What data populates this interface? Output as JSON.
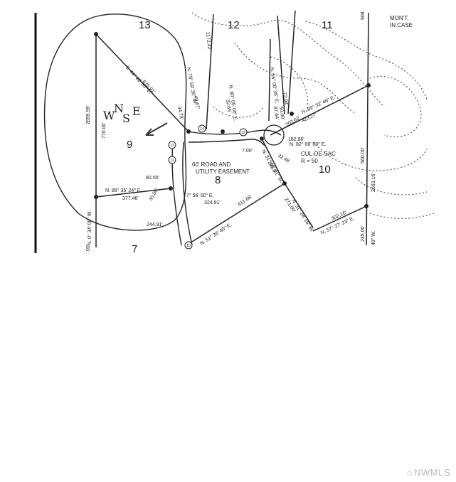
{
  "map": {
    "lots": [
      "13",
      "12",
      "11",
      "9",
      "8",
      "10",
      "7"
    ],
    "road_label": [
      "60' ROAD AND",
      "UTILITY EASEMENT"
    ],
    "cul_de_sac": [
      "CUL-DE-SAC",
      "R = 50"
    ],
    "monument_note": [
      "MON'T.",
      "IN CASE"
    ],
    "handwritten_compass": [
      "W",
      "N",
      "S",
      "E"
    ],
    "curve_ids": [
      "13",
      "14",
      "11",
      "12",
      "10"
    ],
    "bearings": {
      "b1": "S. 44° 28' 00\" E.",
      "b2": "N. 78° 59' 35\" W.",
      "b3": "N. 80° 05' 00\" E.",
      "b4": "N. 56° 08' 35\" E.",
      "b5": "N. 85° 35' 24\" E.",
      "b6": "N. 51° 36' 40\" E.",
      "b7": "N. 31° 05' 01\" W.",
      "b8": "N. 31° 28' 18\" W.",
      "b9": "N. 57° 27' 23\" E.",
      "b10": "N. 0° 34' 08\" W.",
      "b11": "N. 82° 06' 00\" E.",
      "b12": "7° 56' 00\" E.",
      "b13": "N. 89° 32' 46\" E.",
      "b14": "49\" W."
    },
    "distances": {
      "d1": "2659.99'",
      "d2": "770.00'",
      "d3": "675.91'",
      "d4": "34.78'",
      "d5": "49.67'",
      "d6": "1172.42'",
      "d7": "32.65'",
      "d8": "80.00'",
      "d9": "377.46'",
      "d10": "30.00'",
      "d11": "324.91'",
      "d12": "244.91'",
      "d13": "611.68'",
      "d14": "7.00'",
      "d15": "182.86'",
      "d16": "423.27'",
      "d17": "202.62'",
      "d18": "271.00'",
      "d19": "302.16'",
      "d20": "560.00'",
      "d21": "2693.16'",
      "d22": "235.00'",
      "d23": "908.",
      "d24": "87.64'",
      "d25": "50.00'",
      "d26": "72.94'",
      "d27": "285.0",
      "d28": "32.46'",
      "d29": ".00'"
    },
    "watermark": "NWMLS"
  }
}
